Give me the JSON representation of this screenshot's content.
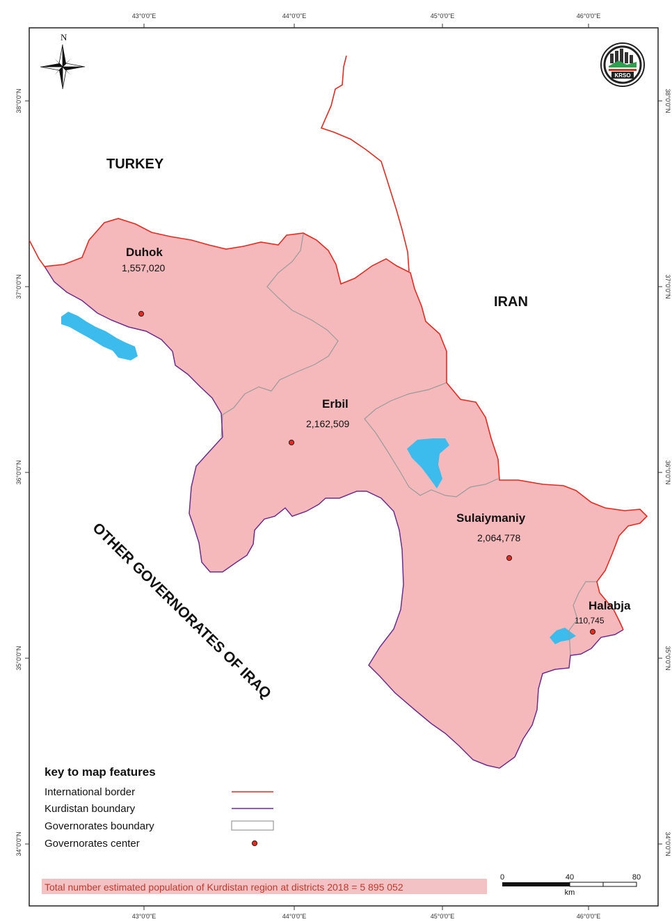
{
  "map": {
    "graticule": {
      "longitudes": [
        "43°0'0\"E",
        "44°0'0\"E",
        "45°0'0\"E",
        "46°0'0\"E"
      ],
      "latitudes": [
        "38°0'0\"N",
        "37°0'0\"N",
        "36°0'0\"N",
        "35°0'0\"N",
        "34°0'0\"N"
      ]
    },
    "north_arrow": {
      "label": "N"
    },
    "logo": {
      "text": "KRSO"
    },
    "countries": {
      "turkey": "TURKEY",
      "iran": "IRAN",
      "other": "OTHER GOVERNORATES OF IRAQ"
    },
    "governorates": [
      {
        "name": "Duhok",
        "population": "1,557,020"
      },
      {
        "name": "Erbil",
        "population": "2,162,509"
      },
      {
        "name": "Sulaiymaniy",
        "population": "2,064,778"
      },
      {
        "name": "Halabja",
        "population": "110,745"
      }
    ],
    "legend": {
      "title": "key to map features",
      "items": [
        {
          "label": "International border",
          "color": "#e8291f"
        },
        {
          "label": "Kurdistan boundary",
          "color": "#6a2d91"
        },
        {
          "label": "Governorates boundary",
          "color": "#9a9a9a"
        },
        {
          "label": "Governorates center",
          "color": "#e8291f"
        }
      ]
    },
    "scale_bar": {
      "ticks": [
        "0",
        "40",
        "80"
      ],
      "unit": "km"
    },
    "total_note": "Total number estimated population of Kurdistan region at districts 2018 = 5  895  052",
    "colors": {
      "region_fill": "#f6b9bb",
      "water": "#3cbcec",
      "international_border": "#e8291f",
      "kurdistan_boundary": "#6a2d91",
      "governorate_boundary": "#9a9a9a",
      "note_highlight": "#f3c2c4"
    }
  }
}
